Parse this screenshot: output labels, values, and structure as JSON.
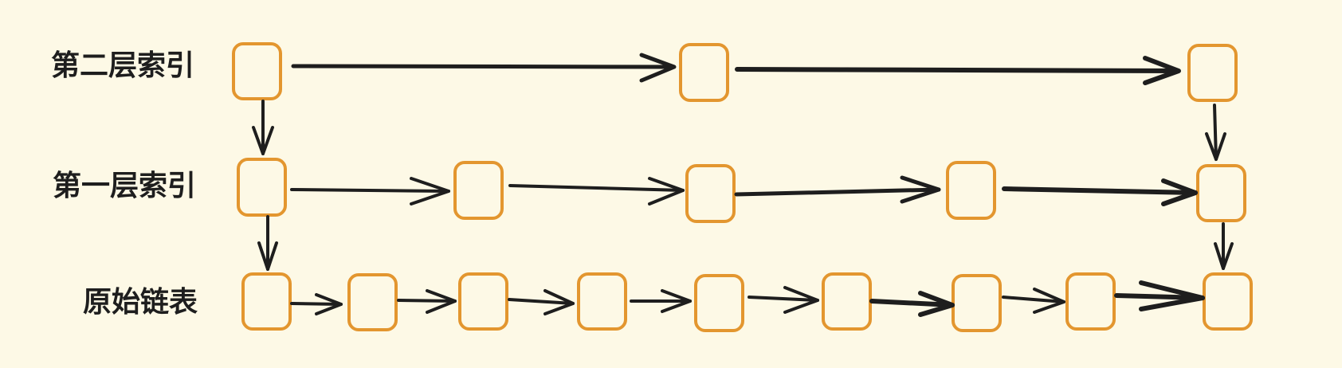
{
  "labels": {
    "level2": "第二层索引",
    "level1": "第一层索引",
    "base": "原始链表"
  },
  "colors": {
    "background": "#fdf9e6",
    "node_stroke": "#e3962f",
    "arrow": "#1e1e1e",
    "text": "#1e1e1e"
  }
}
